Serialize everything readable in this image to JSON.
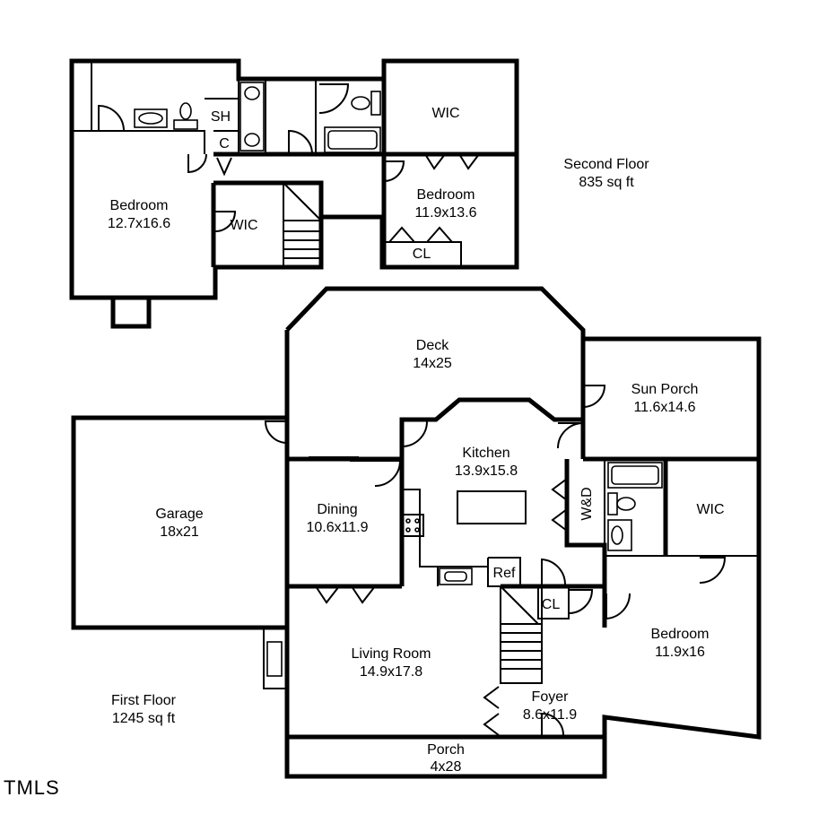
{
  "second_floor": {
    "title": "Second Floor",
    "area": "835 sq ft",
    "rooms": {
      "bedroom_left": {
        "name": "Bedroom",
        "dims": "12.7x16.6"
      },
      "wic_left": {
        "name": "WIC"
      },
      "sh": {
        "name": "SH"
      },
      "c": {
        "name": "C"
      },
      "wic_right": {
        "name": "WIC"
      },
      "bedroom_right": {
        "name": "Bedroom",
        "dims": "11.9x13.6"
      },
      "cl": {
        "name": "CL"
      }
    }
  },
  "first_floor": {
    "title": "First Floor",
    "area": "1245 sq ft",
    "rooms": {
      "deck": {
        "name": "Deck",
        "dims": "14x25"
      },
      "sun_porch": {
        "name": "Sun Porch",
        "dims": "11.6x14.6"
      },
      "kitchen": {
        "name": "Kitchen",
        "dims": "13.9x15.8"
      },
      "garage": {
        "name": "Garage",
        "dims": "18x21"
      },
      "dining": {
        "name": "Dining",
        "dims": "10.6x11.9"
      },
      "wd": {
        "name": "W&D"
      },
      "wic": {
        "name": "WIC"
      },
      "ref": {
        "name": "Ref"
      },
      "cl": {
        "name": "CL"
      },
      "living": {
        "name": "Living Room",
        "dims": "14.9x17.8"
      },
      "bedroom": {
        "name": "Bedroom",
        "dims": "11.9x16"
      },
      "foyer": {
        "name": "Foyer",
        "dims": "8.6x11.9"
      },
      "porch": {
        "name": "Porch",
        "dims": "4x28"
      }
    }
  },
  "watermark": "TMLS"
}
